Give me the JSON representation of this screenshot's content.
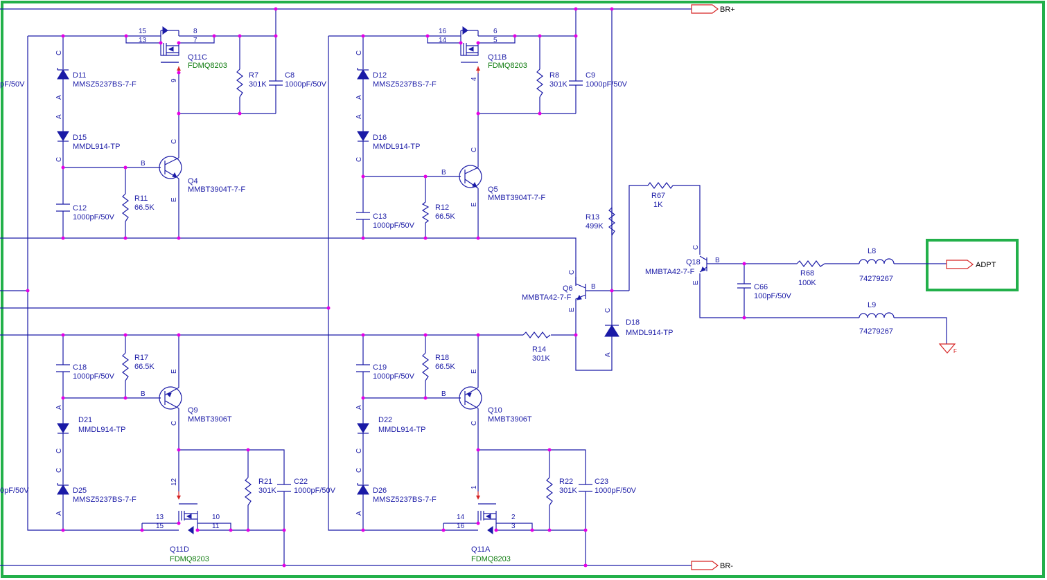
{
  "nets": {
    "br_plus": "BR+",
    "br_minus": "BR-",
    "adpt": "ADPT",
    "gnd": "F"
  },
  "fragments": {
    "left_top": "pF/50V",
    "left_bottom": "0pF/50V"
  },
  "mosfets": [
    {
      "ref": "Q11C",
      "part": "FDMQ8203",
      "pins": [
        "15",
        "13",
        "8",
        "7"
      ],
      "gate_pin": "9"
    },
    {
      "ref": "Q11B",
      "part": "FDMQ8203",
      "pins": [
        "16",
        "14",
        "6",
        "5"
      ],
      "gate_pin": "4"
    },
    {
      "ref": "Q11D",
      "part": "FDMQ8203",
      "pins": [
        "13",
        "15",
        "10",
        "11"
      ],
      "gate_pin": "12"
    },
    {
      "ref": "Q11A",
      "part": "FDMQ8203",
      "pins": [
        "14",
        "16",
        "2",
        "3"
      ],
      "gate_pin": "1"
    }
  ],
  "transistors": [
    {
      "ref": "Q4",
      "part": "MMBT3904T-7-F"
    },
    {
      "ref": "Q5",
      "part": "MMBT3904T-7-F"
    },
    {
      "ref": "Q9",
      "part": "MMBT3906T"
    },
    {
      "ref": "Q10",
      "part": "MMBT3906T"
    },
    {
      "ref": "Q6",
      "part": "MMBTA42-7-F"
    },
    {
      "ref": "Q18",
      "part": "MMBTA42-7-F"
    }
  ],
  "diodes": [
    {
      "ref": "D11",
      "part": "MMSZ5237BS-7-F"
    },
    {
      "ref": "D15",
      "part": "MMDL914-TP"
    },
    {
      "ref": "D12",
      "part": "MMSZ5237BS-7-F"
    },
    {
      "ref": "D16",
      "part": "MMDL914-TP"
    },
    {
      "ref": "D21",
      "part": "MMDL914-TP"
    },
    {
      "ref": "D25",
      "part": "MMSZ5237BS-7-F"
    },
    {
      "ref": "D22",
      "part": "MMDL914-TP"
    },
    {
      "ref": "D26",
      "part": "MMSZ5237BS-7-F"
    },
    {
      "ref": "D18",
      "part": "MMDL914-TP"
    }
  ],
  "resistors": [
    {
      "ref": "R7",
      "value": "301K"
    },
    {
      "ref": "R8",
      "value": "301K"
    },
    {
      "ref": "R11",
      "value": "66.5K"
    },
    {
      "ref": "R12",
      "value": "66.5K"
    },
    {
      "ref": "R17",
      "value": "66.5K"
    },
    {
      "ref": "R18",
      "value": "66.5K"
    },
    {
      "ref": "R21",
      "value": "301K"
    },
    {
      "ref": "R22",
      "value": "301K"
    },
    {
      "ref": "R13",
      "value": "499K"
    },
    {
      "ref": "R14",
      "value": "301K"
    },
    {
      "ref": "R67",
      "value": "1K"
    },
    {
      "ref": "R68",
      "value": "100K"
    }
  ],
  "capacitors": [
    {
      "ref": "C8",
      "value": "1000pF/50V"
    },
    {
      "ref": "C9",
      "value": "1000pF/50V"
    },
    {
      "ref": "C12",
      "value": "1000pF/50V"
    },
    {
      "ref": "C13",
      "value": "1000pF/50V"
    },
    {
      "ref": "C18",
      "value": "1000pF/50V"
    },
    {
      "ref": "C19",
      "value": "1000pF/50V"
    },
    {
      "ref": "C22",
      "value": "1000pF/50V"
    },
    {
      "ref": "C23",
      "value": "1000pF/50V"
    },
    {
      "ref": "C66",
      "value": "100pF/50V"
    }
  ],
  "inductors": [
    {
      "ref": "L8",
      "part": "74279267"
    },
    {
      "ref": "L9",
      "part": "74279267"
    }
  ],
  "pin_letters": {
    "anode": "A",
    "cathode": "C",
    "base": "B",
    "emitter": "E",
    "collector": "C"
  },
  "colors": {
    "wire": "#1a1aa6",
    "junction": "#e600e6",
    "part_value": "#0d7a0d",
    "highlight": "#22b04a",
    "gate_arrow": "#d62424"
  }
}
